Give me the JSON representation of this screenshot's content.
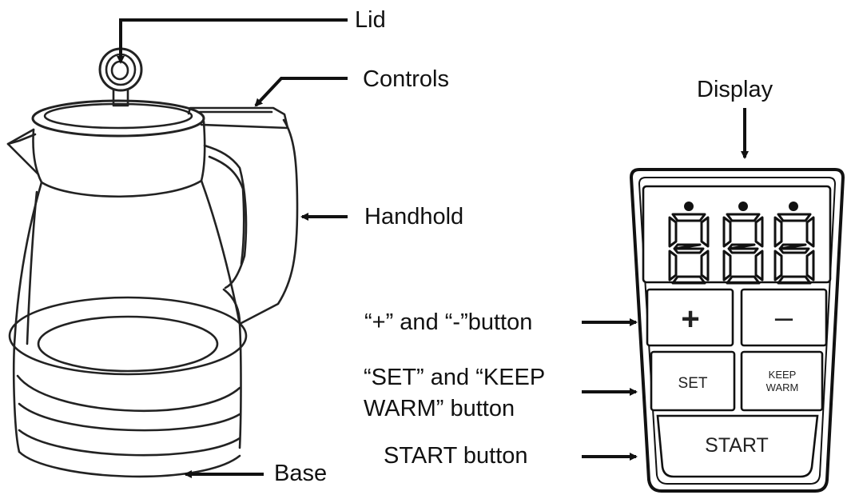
{
  "kettle_labels": {
    "lid": "Lid",
    "controls": "Controls",
    "handhold": "Handhold",
    "base": "Base"
  },
  "panel_labels": {
    "display": "Display",
    "plus_minus": "“+” and “-”button",
    "set_keep_warm_line1": "“SET” and “KEEP",
    "set_keep_warm_line2": "WARM” button",
    "start": "START button"
  },
  "panel_buttons": {
    "plus": "+",
    "minus": "–",
    "set": "SET",
    "keep_line1": "KEEP",
    "keep_line2": "WARM",
    "start": "START"
  }
}
